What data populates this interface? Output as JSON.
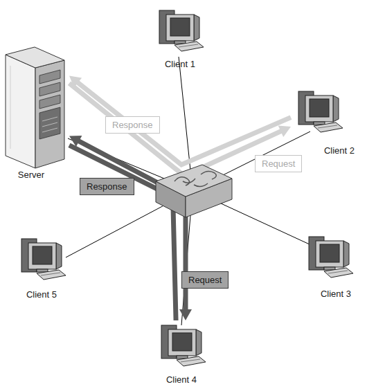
{
  "diagram": {
    "nodes": [
      {
        "text": [
          "Client 1"
        ]
      },
      {
        "text": [
          "Server"
        ]
      },
      {
        "text": [
          "Client 2"
        ]
      },
      {
        "text": [
          "Client 5"
        ]
      },
      {
        "text": [
          "Client 3"
        ]
      },
      {
        "text": [
          "Client 4"
        ]
      }
    ],
    "edges": [
      {
        "from": 2,
        "to": 1,
        "arrow": "to",
        "label": "Response"
      },
      {
        "from": 1,
        "to": 2,
        "arrow": "to",
        "label": "Request"
      },
      {
        "from": 5,
        "to": 1,
        "arrow": "to",
        "label": "Response"
      },
      {
        "from": 1,
        "to": 5,
        "arrow": "to",
        "label": "Request"
      }
    ]
  }
}
